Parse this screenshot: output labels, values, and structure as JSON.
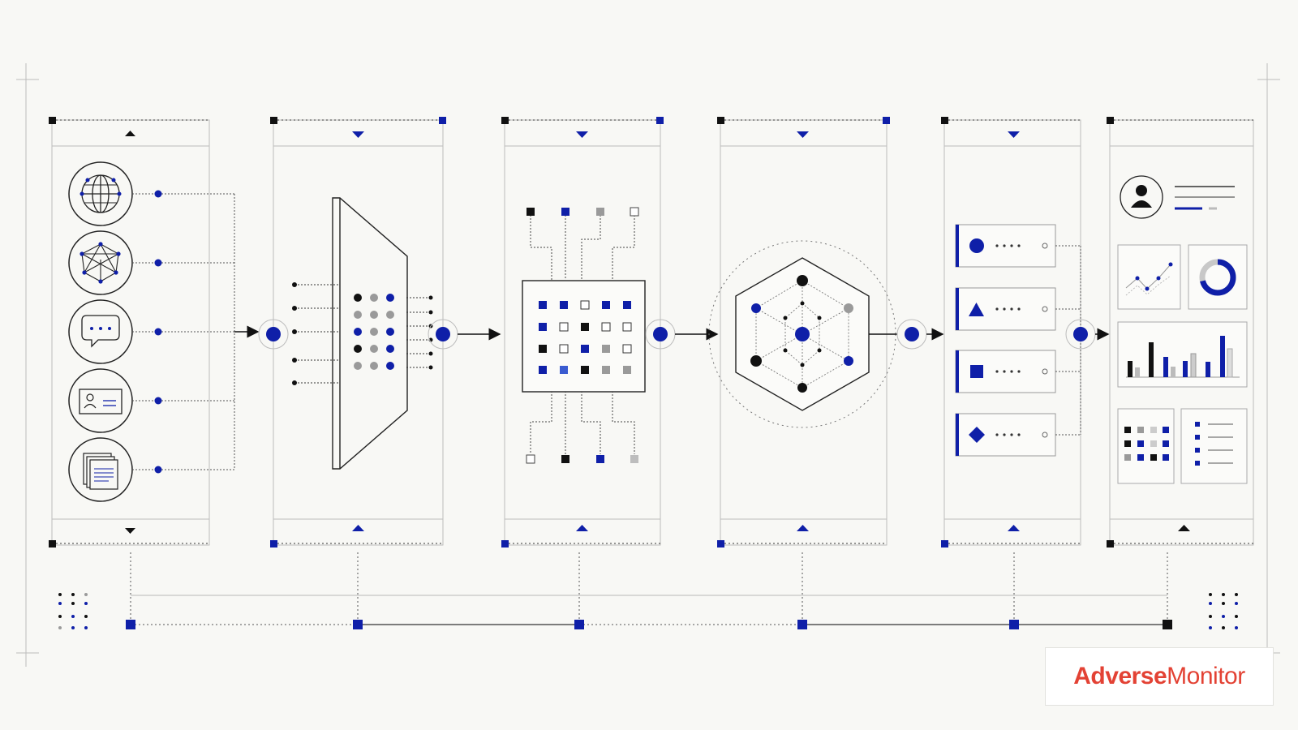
{
  "colors": {
    "background": "#f8f8f5",
    "line": "#b8b8b8",
    "dark": "#111111",
    "accent": "#0f1fa8",
    "grey": "#9a9a9a",
    "logo": "#e34234"
  },
  "logo": {
    "part1": "Adverse",
    "part2": "Monitor"
  },
  "stages": [
    {
      "id": "sources",
      "icons": [
        "globe-icon",
        "network-icon",
        "chat-bubble-icon",
        "id-card-icon",
        "documents-icon"
      ]
    },
    {
      "id": "filter-funnel"
    },
    {
      "id": "processor-chip"
    },
    {
      "id": "analysis-hexagon"
    },
    {
      "id": "classification-list",
      "icons": [
        "circle-icon",
        "triangle-icon",
        "square-icon",
        "diamond-icon"
      ]
    },
    {
      "id": "dashboard",
      "icons": [
        "user-icon",
        "line-chart-icon",
        "donut-chart-icon",
        "bar-chart-icon",
        "grid-icon",
        "list-icon"
      ]
    }
  ]
}
